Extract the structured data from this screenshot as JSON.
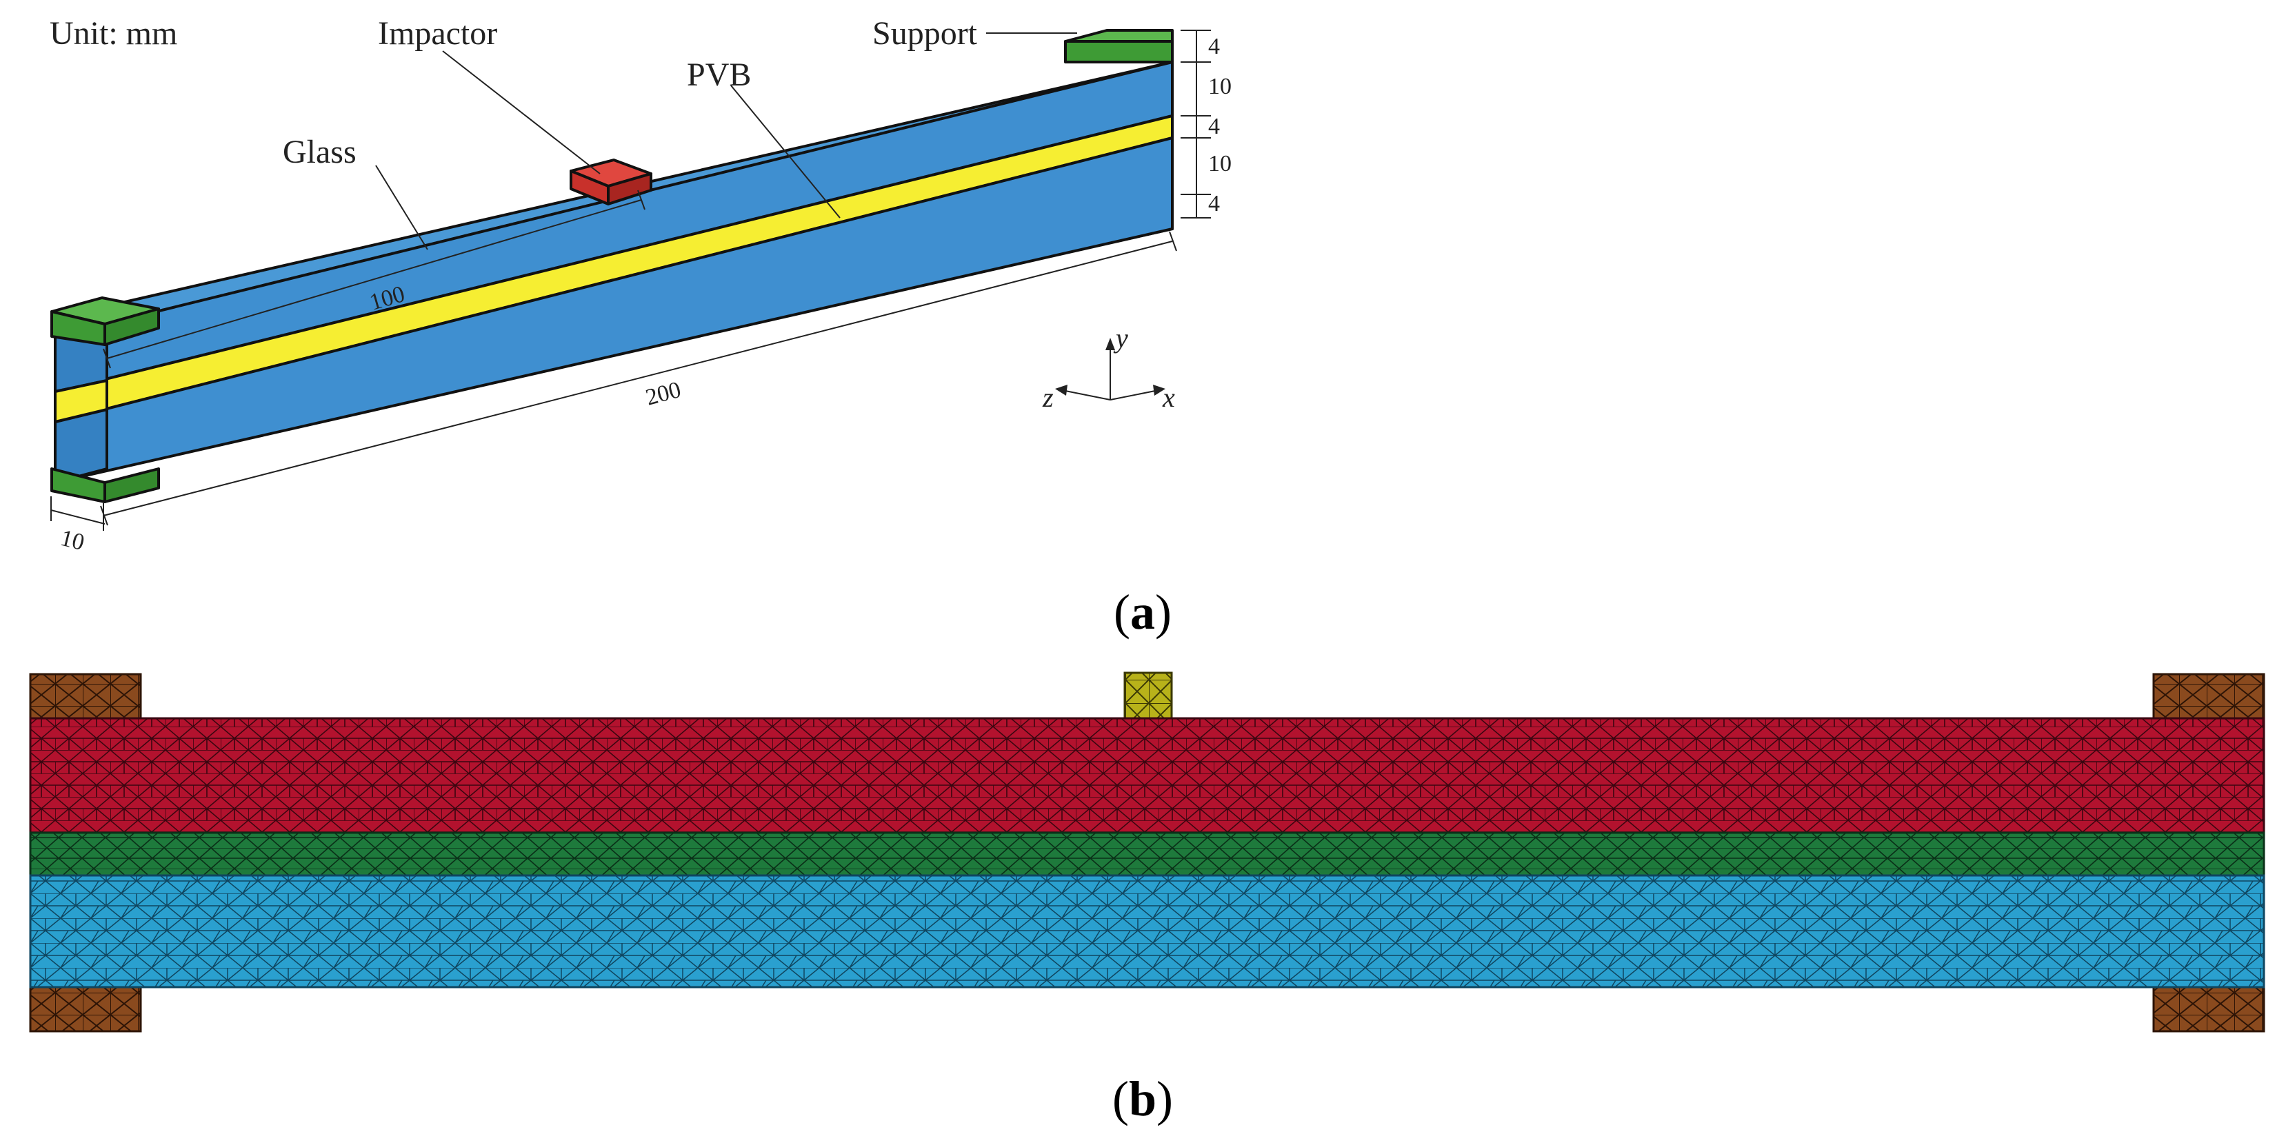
{
  "panel_a": {
    "unit_label": "Unit: mm",
    "labels": {
      "impactor": "Impactor",
      "support": "Support",
      "pvb": "PVB",
      "glass": "Glass"
    },
    "dimensions": {
      "right_stack": [
        "4",
        "10",
        "4",
        "10",
        "4"
      ],
      "half_length": "100",
      "length": "200",
      "width": "10"
    },
    "axes": {
      "y": "y",
      "z": "z",
      "x": "x"
    },
    "caption_open": "(",
    "caption_letter": "a",
    "caption_close": ")",
    "colors": {
      "glass": "#3f8fd0",
      "pvb": "#f6ee32",
      "support": "#3e9b35",
      "impactor": "#c8312b"
    }
  },
  "panel_b": {
    "caption_open": "(",
    "caption_letter": "b",
    "caption_close": ")",
    "colors": {
      "top_glass": "#b3122e",
      "pvb": "#1e7a3c",
      "bottom_glass": "#2aa0cf",
      "support": "#8a4a1e",
      "impactor": "#b8b21a"
    }
  }
}
